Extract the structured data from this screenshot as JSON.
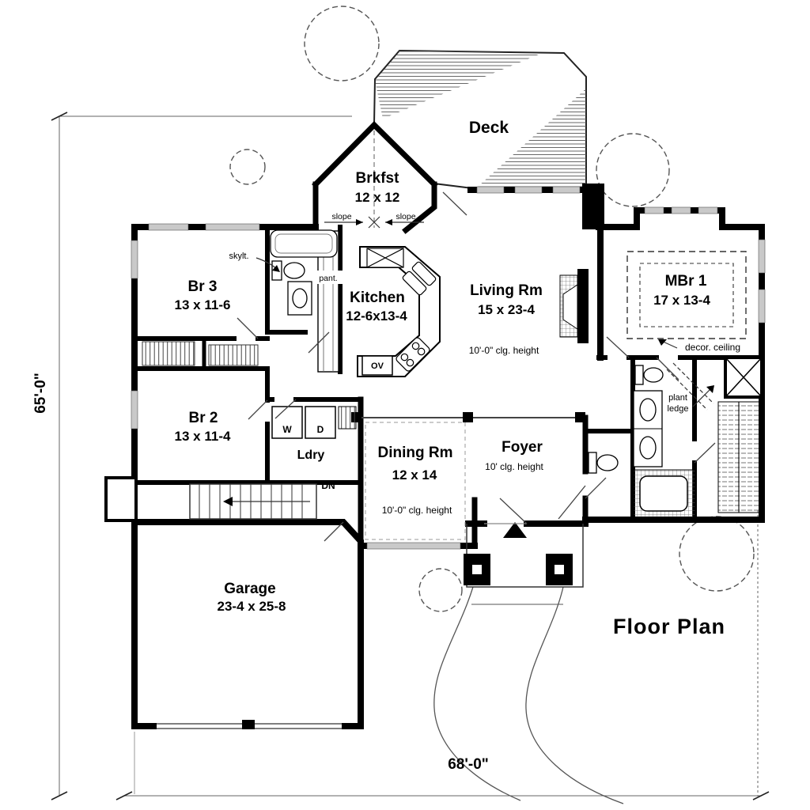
{
  "title": "Floor Plan",
  "dimensions": {
    "left": "65'-0\"",
    "bottom": "68'-0\""
  },
  "rooms": {
    "deck": {
      "name": "Deck"
    },
    "brkfst": {
      "name": "Brkfst",
      "size": "12 x 12"
    },
    "living": {
      "name": "Living Rm",
      "size": "15 x 23-4",
      "ceiling": "10'-0\" clg. height"
    },
    "kitchen": {
      "name": "Kitchen",
      "size": "12-6x13-4"
    },
    "br3": {
      "name": "Br 3",
      "size": "13 x 11-6"
    },
    "br2": {
      "name": "Br 2",
      "size": "13 x 11-4"
    },
    "mbr": {
      "name": "MBr 1",
      "size": "17 x 13-4",
      "ceiling_note": "decor. ceiling"
    },
    "ldry": {
      "name": "Ldry",
      "washer": "W",
      "dryer": "D"
    },
    "dining": {
      "name": "Dining Rm",
      "size": "12 x 14",
      "ceiling": "10'-0\" clg. height"
    },
    "foyer": {
      "name": "Foyer",
      "ceiling": "10' clg. height"
    },
    "garage": {
      "name": "Garage",
      "size": "23-4 x 25-8"
    }
  },
  "annotations": {
    "skylight": "skylt.",
    "pantry": "pant.",
    "oven": "OV",
    "stairs_down": "DN",
    "slope_left": "slope",
    "slope_right": "slope",
    "plant_ledge_line1": "plant",
    "plant_ledge_line2": "ledge"
  },
  "colors": {
    "ink": "#000000",
    "paper": "#ffffff",
    "window_fill": "#c9c9c9"
  }
}
